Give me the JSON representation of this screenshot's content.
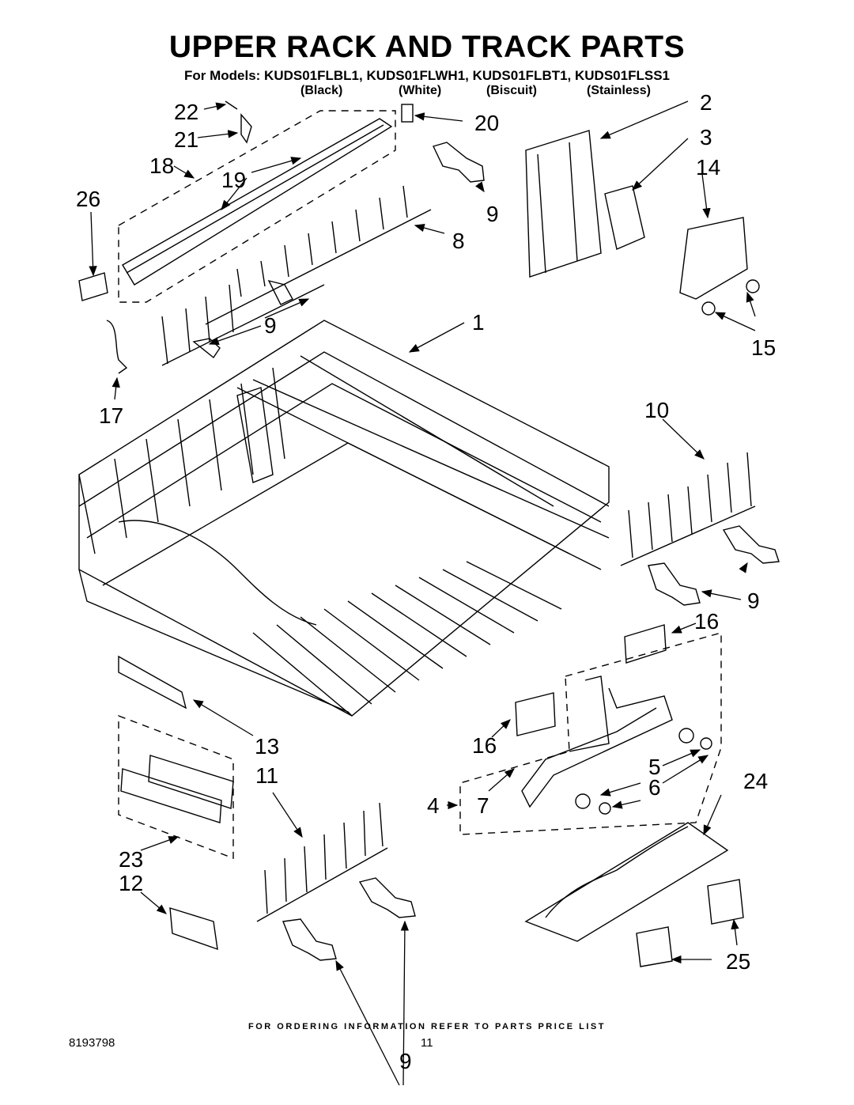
{
  "header": {
    "title": "UPPER RACK AND TRACK PARTS",
    "models": "For Models: KUDS01FLBL1, KUDS01FLWH1, KUDS01FLBT1, KUDS01FLSS1",
    "finishes": [
      "(Black)",
      "(White)",
      "(Biscuit)",
      "(Stainless)"
    ]
  },
  "callouts": [
    "22",
    "21",
    "18",
    "19",
    "26",
    "20",
    "2",
    "3",
    "14",
    "9",
    "8",
    "1",
    "9",
    "15",
    "17",
    "10",
    "9",
    "16",
    "13",
    "16",
    "11",
    "5",
    "6",
    "24",
    "4",
    "7",
    "23",
    "12",
    "25",
    "9"
  ],
  "footer": {
    "ordering_note": "FOR ORDERING INFORMATION REFER TO PARTS PRICE LIST",
    "doc_number": "8193798",
    "page_number": "11"
  }
}
